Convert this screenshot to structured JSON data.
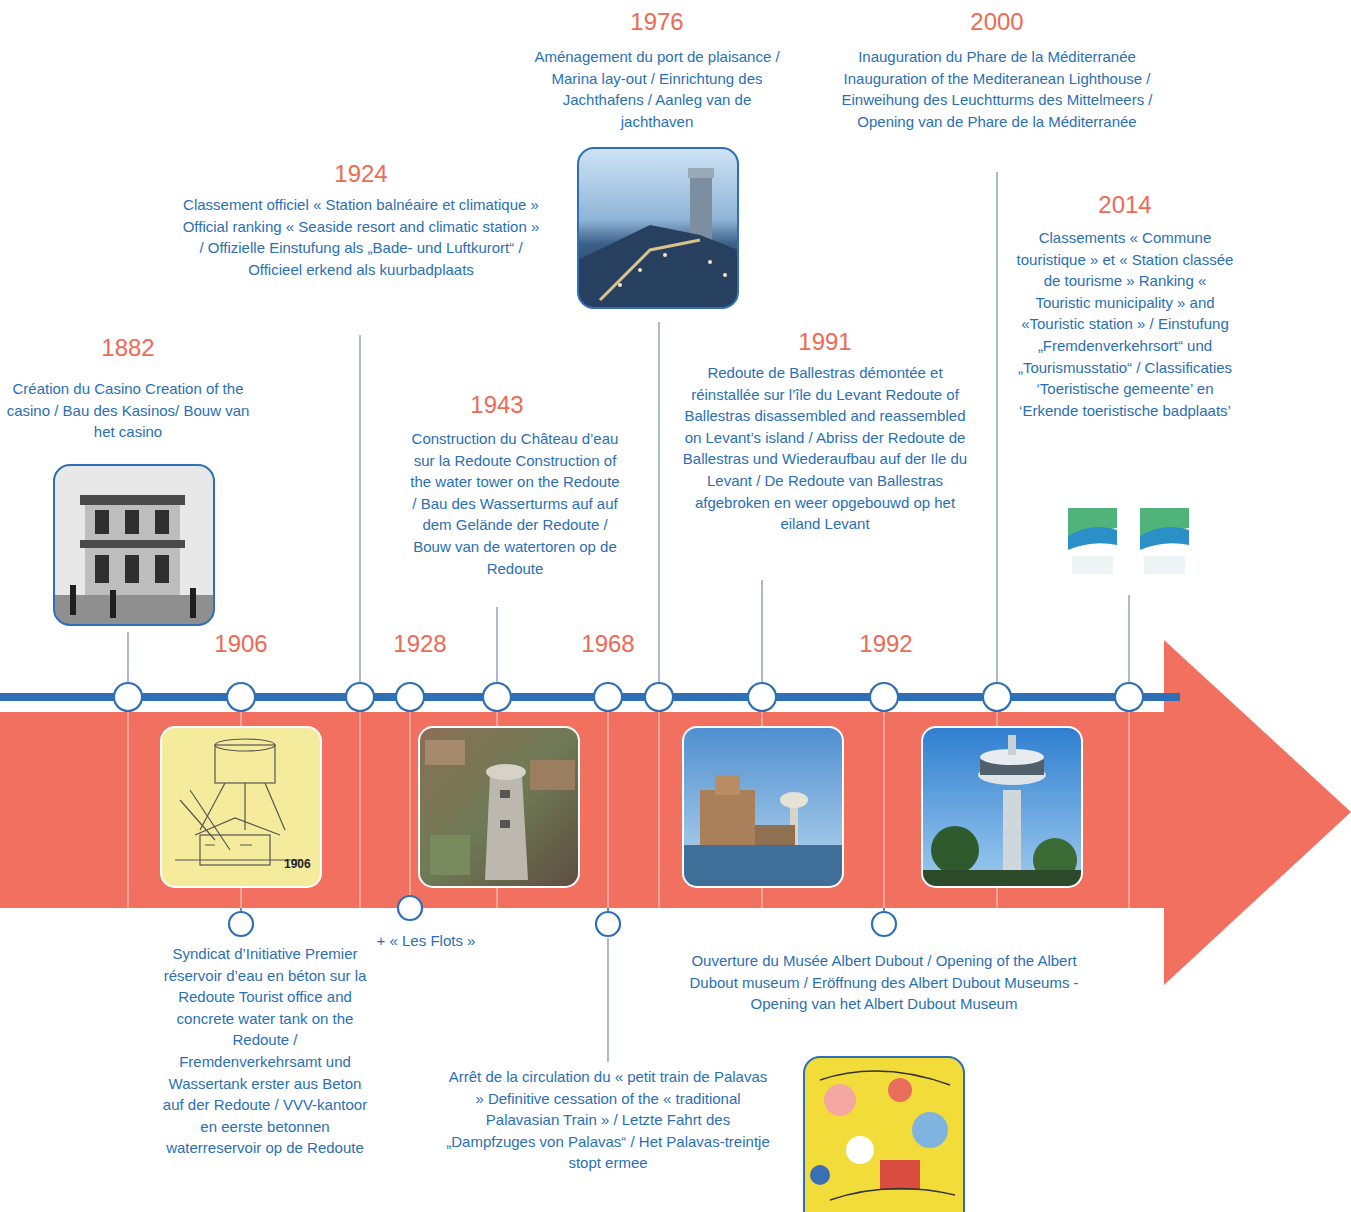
{
  "diagram": {
    "labels": [
      "1882",
      "Création du Casino Creation of the casino / Bau des Kasinos/ Bouw van het casino",
      "1924",
      "Classement officiel « Station balnéaire et climatique » Official ranking « Seaside resort and climatic station » / Offizielle Einstufung als „Bade- und Luftkurort“ / Officieel erkend als kuurbadplaats",
      "1976",
      "Aménagement du port de plaisance / Marina lay-out / Einrichtung des Jachthafens / Aanleg van de jachthaven",
      "2000",
      "Inauguration du Phare de la Méditerranée Inauguration of the Mediteranean Lighthouse / Einweihung des Leuchtturms des Mittelmeers / Opening van de Phare de la Méditerranée",
      "2014",
      "Classements « Commune touristique » et « Station classée de tourisme » Ranking « Touristic municipality » and «Touristic station » / Einstufung „Fremdenverkehrsort“ und „Tourismusstatio“ / Classificaties ‘Toeristische gemeente’ en ‘Erkende toeristische badplaats’",
      "1943",
      "Construction du Château d’eau sur la Redoute Construction of the water tower on the Redoute / Bau des Wasserturms auf auf dem Gelände der Redoute / Bouw van de watertoren op de Redoute",
      "1991",
      "Redoute de Ballestras démontée et réinstallée sur l’île du Levant Redoute of Ballestras disassembled and reassembled on Levant’s island / Abriss der Redoute de Ballestras und Wiederaufbau auf der Ile du Levant / De Redoute van Ballestras afgebroken en weer opgebouwd op het eiland Levant",
      "1906",
      "1928",
      "1968",
      "1992",
      "1906",
      "Syndicat d’Initiative Premier réservoir d’eau en béton sur la Redoute Tourist office and concrete water tank on the Redoute / Fremdenverkehrsamt und Wassertank erster aus Beton auf der Redoute / VVV-kantoor en eerste betonnen waterreservoir op de Redoute",
      "+ « Les Flots »",
      "Arrêt de la circulation du « petit train de Palavas » Definitive cessation of the « traditional Palavasian Train » / Letzte Fahrt des „Dampfzuges von Palavas“ / Het Palavas-treintje stopt ermee",
      "Ouverture du Musée Albert Dubout / Opening of the Albert Dubout museum / Eröffnung des Albert Dubout Museums - Opening van het Albert Dubout Museum"
    ]
  }
}
